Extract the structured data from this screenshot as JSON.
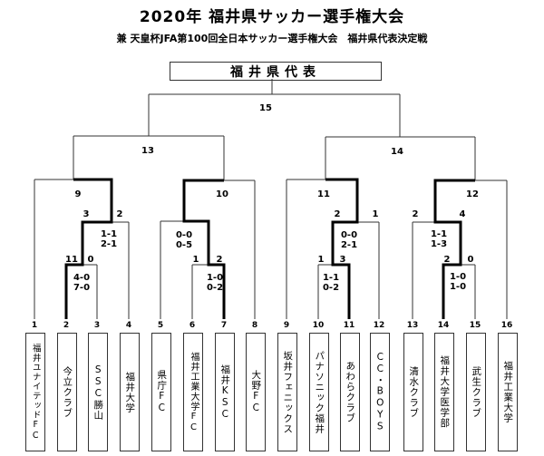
{
  "title": "2020年 福井県サッカー選手権大会",
  "subtitle": "兼 天皇杯JFA第100回全日本サッカー選手権大会　福井県代表決定戦",
  "champion_label": "福井県代表",
  "teams": [
    {
      "number": "1",
      "name": "福井ユナイテッドFC"
    },
    {
      "number": "2",
      "name": "今立クラブ"
    },
    {
      "number": "3",
      "name": "SSC勝山"
    },
    {
      "number": "4",
      "name": "福井大学"
    },
    {
      "number": "5",
      "name": "県庁FC"
    },
    {
      "number": "6",
      "name": "福井工業大学FC"
    },
    {
      "number": "7",
      "name": "福井KSC"
    },
    {
      "number": "8",
      "name": "大野FC"
    },
    {
      "number": "9",
      "name": "坂井フェニックス"
    },
    {
      "number": "10",
      "name": "パナソニック福井"
    },
    {
      "number": "11",
      "name": "あわらクラブ"
    },
    {
      "number": "12",
      "name": "CC・BOYS"
    },
    {
      "number": "13",
      "name": "清水クラブ"
    },
    {
      "number": "14",
      "name": "福井大学医学部"
    },
    {
      "number": "15",
      "name": "武生クラブ"
    },
    {
      "number": "16",
      "name": "福井工業大学"
    }
  ],
  "match_numbers": {
    "m9": "9",
    "m10": "10",
    "m11": "11",
    "m12": "12",
    "m13": "13",
    "m14": "14",
    "m15": "15"
  },
  "results": {
    "q1_r1": {
      "agg_left": "11",
      "agg_right": "0",
      "legs": [
        "4-0",
        "7-0"
      ]
    },
    "q1_r2": {
      "agg_left": "3",
      "agg_right": "2",
      "legs": [
        "1-1",
        "2-1"
      ]
    },
    "q2_r1": {
      "agg_left": "1",
      "agg_right": "2",
      "legs": [
        "1-0",
        "0-2"
      ]
    },
    "q2_r2": {
      "legs": [
        "0-0",
        "0-5"
      ]
    },
    "q3_r1": {
      "agg_left": "1",
      "agg_right": "3",
      "legs": [
        "1-1",
        "0-2"
      ]
    },
    "q3_r2": {
      "agg_left": "2",
      "agg_right": "1",
      "legs": [
        "0-0",
        "2-1"
      ]
    },
    "q4_r1": {
      "agg_left": "2",
      "agg_right": "0",
      "legs": [
        "1-0",
        "1-0"
      ]
    },
    "q4_r2": {
      "agg_left": "2",
      "agg_right": "4",
      "legs": [
        "1-1",
        "1-3"
      ]
    }
  },
  "colors": {
    "line": "#333333",
    "winner_line": "#000000",
    "background": "#ffffff"
  }
}
